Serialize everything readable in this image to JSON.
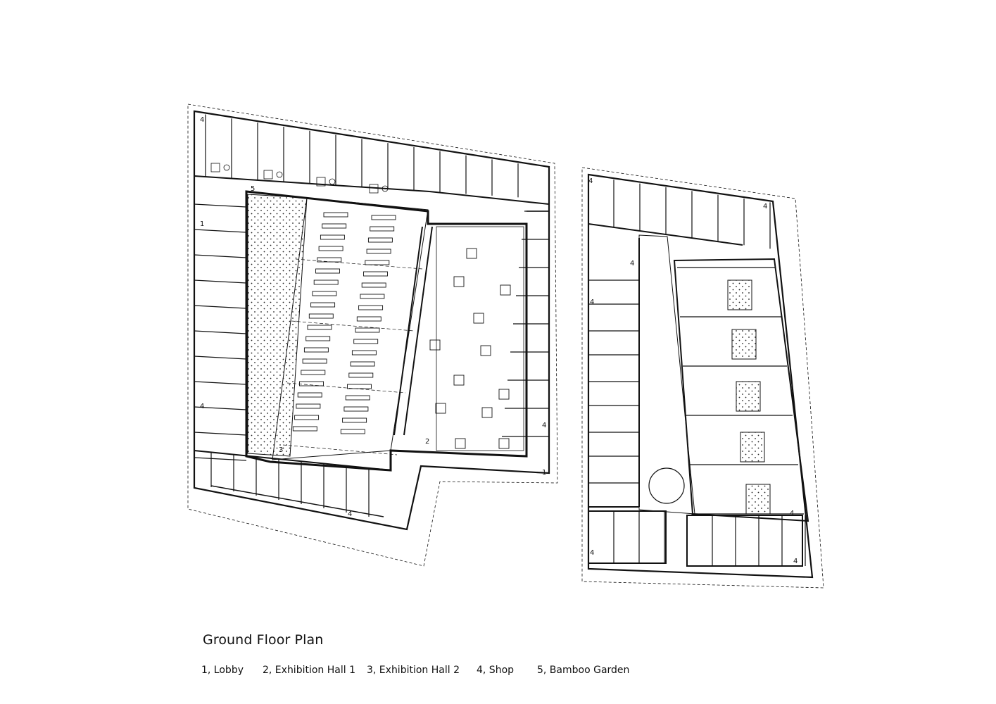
{
  "title": "Ground Floor Plan",
  "legend": [
    {
      "label": "1, Lobby"
    },
    {
      "label": "2, Exhibition Hall 1"
    },
    {
      "label": "3,  Exhibition Hall 2"
    },
    {
      "label": "4,  Shop"
    },
    {
      "label": "5, Bamboo Garden"
    }
  ],
  "room_numbers": {
    "n1": "1",
    "n2": "2",
    "n3": "3",
    "n4": "4",
    "n5": "5"
  }
}
